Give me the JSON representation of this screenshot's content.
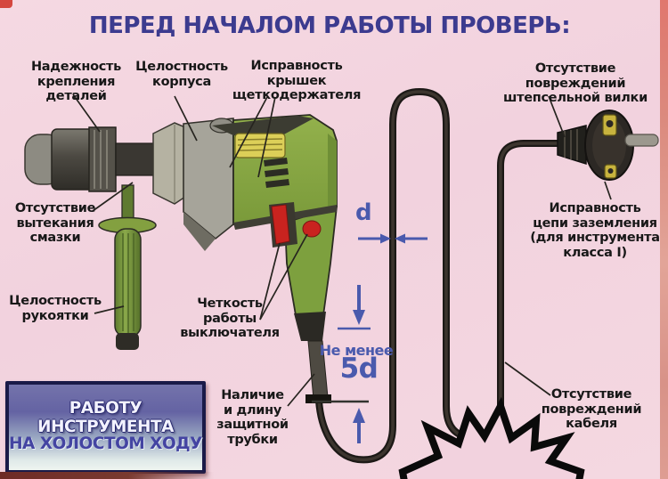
{
  "title": "ПЕРЕД НАЧАЛОМ РАБОТЫ ПРОВЕРЬ:",
  "callouts": {
    "fastening": "Надежность\nкрепления деталей",
    "housing": "Целостность\nкорпуса",
    "brush_covers": "Исправность крышек\nщеткодержателя",
    "plug": "Отсутствие повреждений\nштепсельной вилки",
    "grease": "Отсутствие\nвытекания\nсмазки",
    "grounding": "Исправность\nцепи заземления\n(для инструмента\nкласса I)",
    "handle": "Целостность\nрукоятки",
    "switch": "Четкость\nработы\nвыключателя",
    "tube": "Наличие\nи длину\nзащитной\nтрубки",
    "cable": "Отсутствие\nповреждений\nкабеля"
  },
  "dimensions": {
    "cable_diameter": "d",
    "min_length_prefix": "Не менее",
    "min_length_value": "5d"
  },
  "footer_box": {
    "line1": "РАБОТУ ИНСТРУМЕНТА",
    "line2": "НА ХОЛОСТОМ ХОДУ"
  },
  "colors": {
    "background_pink": "#f2d2de",
    "title_navy": "#3c3b8f",
    "dimension_blue": "#4a5aad",
    "drill_green": "#87a644",
    "brush_yellow": "#dccf58",
    "alert_red": "#c9231f",
    "cable_black": "#272220"
  }
}
